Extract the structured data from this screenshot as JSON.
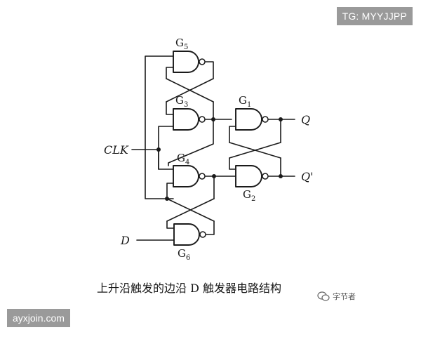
{
  "watermark_top": "TG: MYYJJPP",
  "watermark_bottom": "ayxjoin.com",
  "caption": "上升沿触发的边沿 D 触发器电路结构",
  "source_mark": "字节者",
  "inputs": {
    "clk": "CLK",
    "d": "D"
  },
  "outputs": {
    "q": "Q",
    "q_bar": "Q'"
  },
  "gates": [
    {
      "letter": "G",
      "index": "5"
    },
    {
      "letter": "G",
      "index": "3"
    },
    {
      "letter": "G",
      "index": "1"
    },
    {
      "letter": "G",
      "index": "4"
    },
    {
      "letter": "G",
      "index": "2"
    },
    {
      "letter": "G",
      "index": "6"
    }
  ],
  "colors": {
    "ink": "#1a1a1a",
    "badge": "#9a9a9a"
  }
}
